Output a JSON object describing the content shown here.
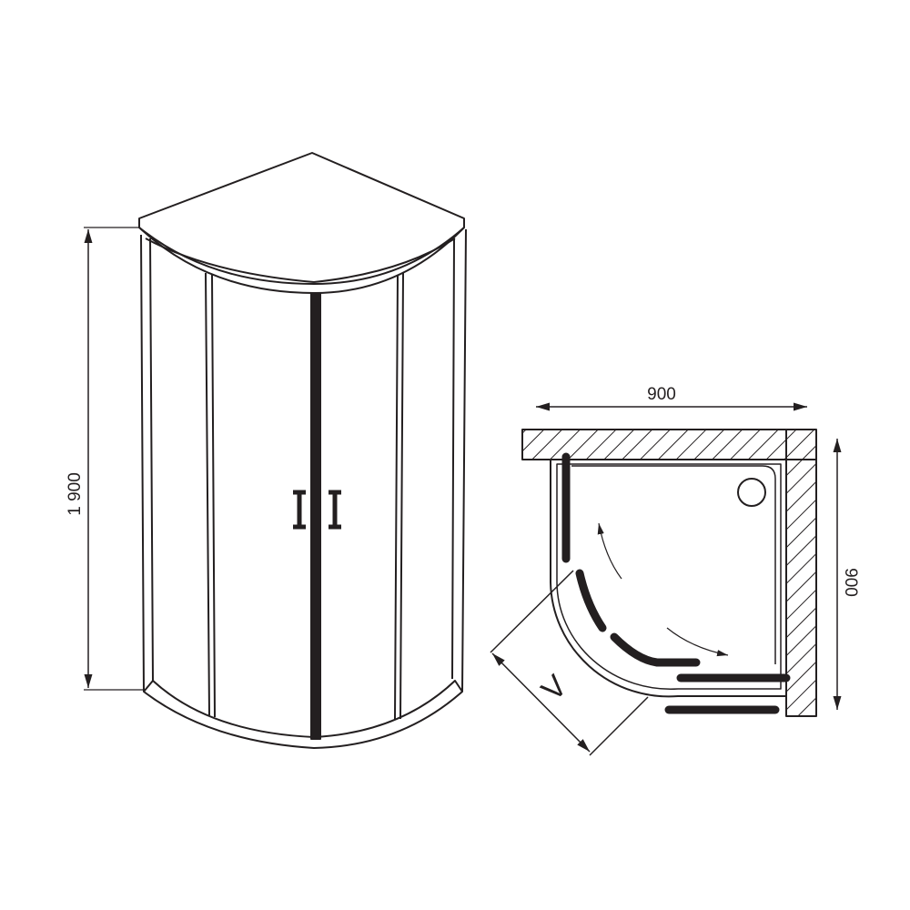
{
  "drawing": {
    "height_label": "1 900",
    "width_label": "900",
    "depth_label": "900",
    "entry_label": "V"
  },
  "colors": {
    "ink": "#231f20",
    "background": "#ffffff"
  }
}
